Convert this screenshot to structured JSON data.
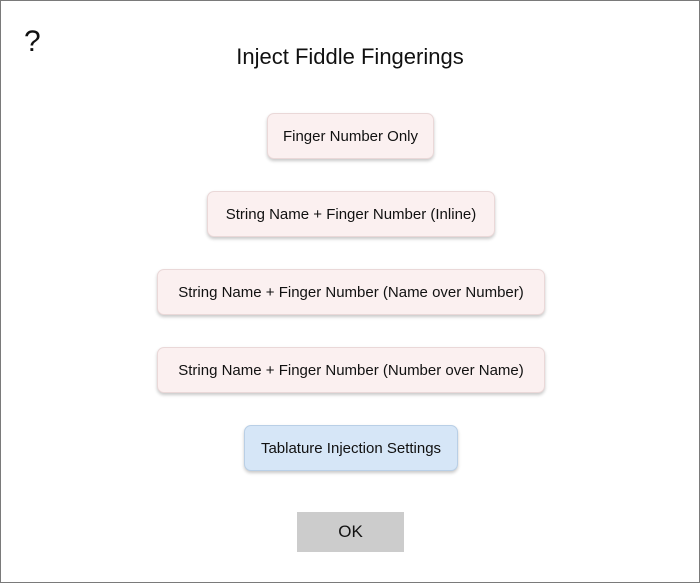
{
  "dialog": {
    "help_label": "?",
    "title": "Inject Fiddle Fingerings"
  },
  "buttons": {
    "finger_number_only": "Finger Number Only",
    "inline": "String Name + Finger Number (Inline)",
    "name_over_number": "String Name + Finger Number (Name over Number)",
    "number_over_name": "String Name + Finger Number (Number over Name)",
    "tablature_settings": "Tablature Injection Settings",
    "ok": "OK"
  },
  "colors": {
    "option_button_bg": "#fbf0f0",
    "settings_button_bg": "#d6e6f7",
    "ok_button_bg": "#cccccc",
    "border": "#7a7a7a"
  }
}
